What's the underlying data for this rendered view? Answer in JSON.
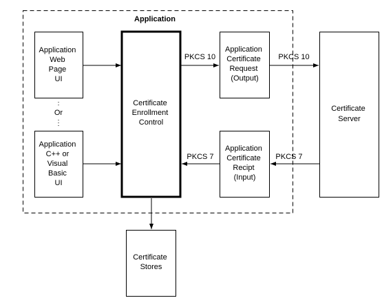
{
  "application_label": "Application",
  "web_ui_box": {
    "lines": [
      "Application",
      "Web",
      "Page",
      "UI"
    ]
  },
  "or_label": "Or",
  "cpp_ui_box": {
    "lines": [
      "Application",
      "C++ or",
      "Visual",
      "Basic",
      "UI"
    ]
  },
  "enrollment_control": {
    "lines": [
      "Certificate",
      "Enrollment",
      "Control"
    ]
  },
  "request_box": {
    "lines": [
      "Application",
      "Certificate",
      "Request",
      "(Output)"
    ]
  },
  "receipt_box": {
    "lines": [
      "Application",
      "Certificate",
      "Recipt",
      "(Input)"
    ]
  },
  "server_box": {
    "lines": [
      "Certificate",
      "Server"
    ]
  },
  "stores_box": {
    "lines": [
      "Certificate",
      "Stores"
    ]
  },
  "arrows": {
    "pkcs10_to_request": "PKCS 10",
    "pkcs10_to_server": "PKCS 10",
    "pkcs7_from_server": "PKCS 7",
    "pkcs7_to_control": "PKCS 7"
  }
}
